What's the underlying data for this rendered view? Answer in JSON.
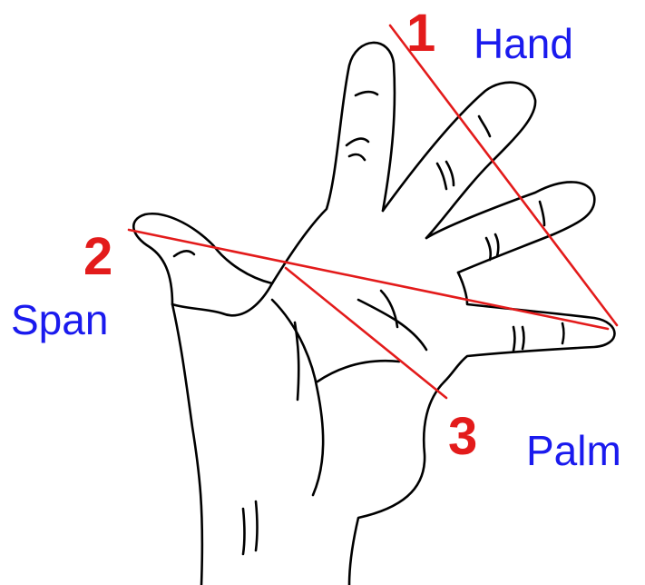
{
  "colors": {
    "measurement_line": "#e31b1b",
    "number": "#e31b1b",
    "word": "#1a1aee",
    "outline": "#000000"
  },
  "measurements": [
    {
      "number": "1",
      "name": "Hand"
    },
    {
      "number": "2",
      "name": "Span"
    },
    {
      "number": "3",
      "name": "Palm"
    }
  ]
}
